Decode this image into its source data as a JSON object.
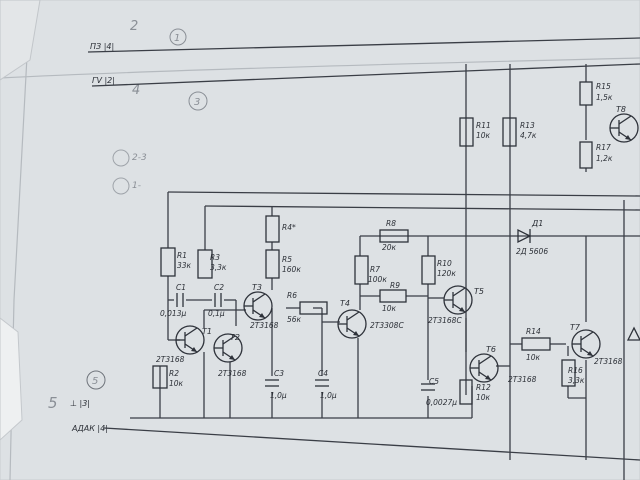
{
  "pencil_notes": {
    "n2": "2",
    "c1": "1",
    "n4": "4",
    "c3": "3",
    "n5": "5",
    "c5": "5",
    "smudge1": "2-3",
    "smudge2": "1-"
  },
  "nets": {
    "pz": "ПЗ |4|",
    "gv": "ГV |2|",
    "ground": "⊥ |3|",
    "adak": "АДАК |4|"
  },
  "resistors": [
    {
      "ref": "R1",
      "value": "33к"
    },
    {
      "ref": "R2",
      "value": "10к"
    },
    {
      "ref": "R3",
      "value": "3,3к"
    },
    {
      "ref": "R4*",
      "value": ""
    },
    {
      "ref": "R5",
      "value": "160к"
    },
    {
      "ref": "R6",
      "value": "56к"
    },
    {
      "ref": "R7",
      "value": "100к"
    },
    {
      "ref": "R8",
      "value": "20к"
    },
    {
      "ref": "R9",
      "value": "10к"
    },
    {
      "ref": "R10",
      "value": "120к"
    },
    {
      "ref": "R11",
      "value": "10к"
    },
    {
      "ref": "R12",
      "value": "10к"
    },
    {
      "ref": "R13",
      "value": "4,7к"
    },
    {
      "ref": "R14",
      "value": "10к"
    },
    {
      "ref": "R15",
      "value": "1,5к"
    },
    {
      "ref": "R16",
      "value": "3,3к"
    },
    {
      "ref": "R17",
      "value": "1,2к"
    }
  ],
  "capacitors": [
    {
      "ref": "C1",
      "value": "0,013μ"
    },
    {
      "ref": "C2",
      "value": "0,1μ"
    },
    {
      "ref": "C3",
      "value": "1,0μ"
    },
    {
      "ref": "C4",
      "value": "1,0μ"
    },
    {
      "ref": "C5",
      "value": "0,0027μ"
    }
  ],
  "transistors": [
    {
      "ref": "T1",
      "type": "2Т3168"
    },
    {
      "ref": "T2",
      "type": "2Т3168"
    },
    {
      "ref": "T3",
      "type": "2Т3168"
    },
    {
      "ref": "T4",
      "type": "2Т3308С"
    },
    {
      "ref": "T5",
      "type": "2Т3168С"
    },
    {
      "ref": "T6",
      "type": "2Т3168"
    },
    {
      "ref": "T7",
      "type": "2Т3168"
    },
    {
      "ref": "T8",
      "type": ""
    }
  ],
  "diodes": [
    {
      "ref": "Д1",
      "type": "2Д 5606"
    }
  ]
}
